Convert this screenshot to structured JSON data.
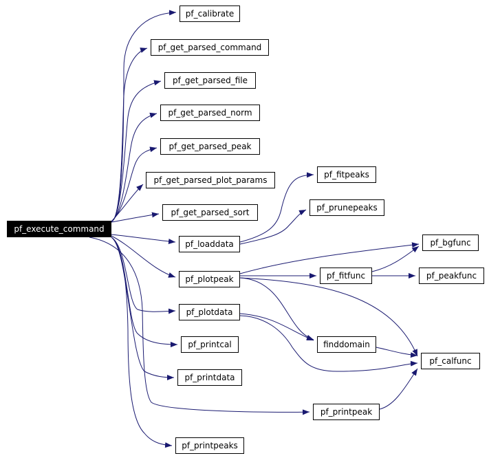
{
  "graph": {
    "root": "pf_execute_command",
    "nodes": [
      "pf_execute_command",
      "pf_calibrate",
      "pf_get_parsed_command",
      "pf_get_parsed_file",
      "pf_get_parsed_norm",
      "pf_get_parsed_peak",
      "pf_get_parsed_plot_params",
      "pf_get_parsed_sort",
      "pf_loaddata",
      "pf_plotpeak",
      "pf_plotdata",
      "pf_printcal",
      "pf_printdata",
      "pf_printpeak",
      "pf_printpeaks",
      "pf_fitpeaks",
      "pf_prunepeaks",
      "pf_bgfunc",
      "pf_fitfunc",
      "pf_peakfunc",
      "finddomain",
      "pf_calfunc"
    ],
    "edges": [
      [
        "pf_execute_command",
        "pf_calibrate"
      ],
      [
        "pf_execute_command",
        "pf_get_parsed_command"
      ],
      [
        "pf_execute_command",
        "pf_get_parsed_file"
      ],
      [
        "pf_execute_command",
        "pf_get_parsed_norm"
      ],
      [
        "pf_execute_command",
        "pf_get_parsed_peak"
      ],
      [
        "pf_execute_command",
        "pf_get_parsed_plot_params"
      ],
      [
        "pf_execute_command",
        "pf_get_parsed_sort"
      ],
      [
        "pf_execute_command",
        "pf_loaddata"
      ],
      [
        "pf_execute_command",
        "pf_plotpeak"
      ],
      [
        "pf_execute_command",
        "pf_plotdata"
      ],
      [
        "pf_execute_command",
        "pf_printcal"
      ],
      [
        "pf_execute_command",
        "pf_printdata"
      ],
      [
        "pf_execute_command",
        "pf_printpeak"
      ],
      [
        "pf_execute_command",
        "pf_printpeaks"
      ],
      [
        "pf_loaddata",
        "pf_fitpeaks"
      ],
      [
        "pf_loaddata",
        "pf_prunepeaks"
      ],
      [
        "pf_plotpeak",
        "pf_bgfunc"
      ],
      [
        "pf_plotpeak",
        "pf_fitfunc"
      ],
      [
        "pf_plotpeak",
        "finddomain"
      ],
      [
        "pf_plotpeak",
        "pf_calfunc"
      ],
      [
        "pf_fitfunc",
        "pf_bgfunc"
      ],
      [
        "pf_fitfunc",
        "pf_peakfunc"
      ],
      [
        "pf_plotdata",
        "finddomain"
      ],
      [
        "pf_plotdata",
        "pf_calfunc"
      ],
      [
        "finddomain",
        "pf_calfunc"
      ],
      [
        "pf_printpeak",
        "pf_calfunc"
      ]
    ]
  },
  "colors": {
    "edge": "#191970",
    "node_border": "#000000",
    "root_fill": "#000000",
    "root_text": "#ffffff",
    "background": "#ffffff"
  }
}
